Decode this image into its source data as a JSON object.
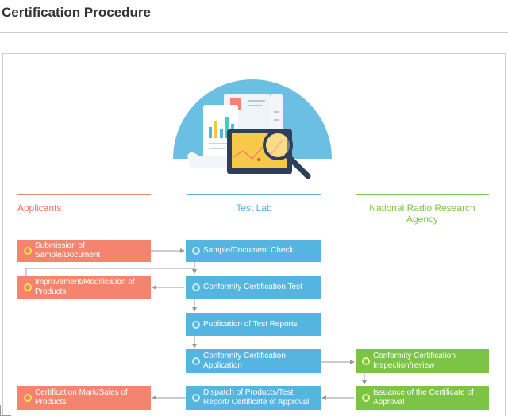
{
  "page_title": "Certification Procedure",
  "columns": {
    "applicants": "Applicants",
    "test_lab": "Test Lab",
    "agency": "National Radio Research Agency"
  },
  "colors": {
    "applicant": "#f4846e",
    "test_lab": "#55b5e0",
    "agency": "#7cc446",
    "illustration_dome": "#6bbfe3"
  },
  "steps": {
    "submission": "Submission of Sample/Document",
    "improvement": "Improvement/Modification of Products",
    "cert_mark": "Certification Mark/Sales of Products",
    "doc_check": "Sample/Document Check",
    "conformity_test": "Conformity Certification Test",
    "publication": "Publication of Test Reports",
    "application": "Conformity Certification Application",
    "dispatch": "Dispatch of Products/Test Report/ Certificate of Approval",
    "inspection": "Conformity Certification Inspection/review",
    "issuance": "Issuance of the Certificate of Approval"
  },
  "illustration": "magnifier-over-charts"
}
